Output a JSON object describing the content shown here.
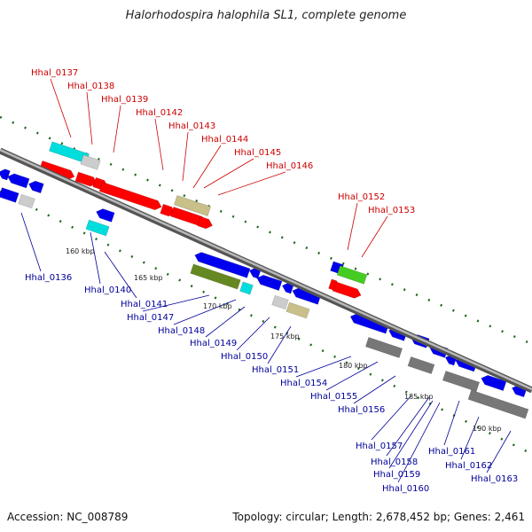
{
  "title": "Halorhodospira halophila SL1, complete genome",
  "footer": {
    "accession": "Accession: NC_008789",
    "topology": "Topology: circular; Length: 2,678,452 bp; Genes: 2,461"
  },
  "colors": {
    "top_label": "#cc0000",
    "bottom_label": "#000099",
    "backbone": "#888888",
    "tick": "#226622",
    "forward_gene": "#ff0000",
    "reverse_gene": "#0000ee",
    "cyan_gene": "#00dddd",
    "khaki_gene": "#c8c088",
    "olive_gene": "#668822",
    "green_gene": "#44cc22",
    "gray_gene": "#777777",
    "lightgray_gene": "#cccccc"
  },
  "kbp_labels": [
    "160 kbp",
    "165 kbp",
    "170 kbp",
    "175 kbp",
    "180 kbp",
    "185 kbp",
    "190 kbp"
  ],
  "top_genes": [
    "Hhal_0137",
    "Hhal_0138",
    "Hhal_0139",
    "Hhal_0142",
    "Hhal_0143",
    "Hhal_0144",
    "Hhal_0145",
    "Hhal_0146",
    "Hhal_0152",
    "Hhal_0153"
  ],
  "bottom_genes": [
    "Hhal_0136",
    "Hhal_0140",
    "Hhal_0141",
    "Hhal_0147",
    "Hhal_0148",
    "Hhal_0149",
    "Hhal_0150",
    "Hhal_0151",
    "Hhal_0154",
    "Hhal_0155",
    "Hhal_0156",
    "Hhal_0157",
    "Hhal_0158",
    "Hhal_0159",
    "Hhal_0160",
    "Hhal_0161",
    "Hhal_0162",
    "Hhal_0163"
  ]
}
